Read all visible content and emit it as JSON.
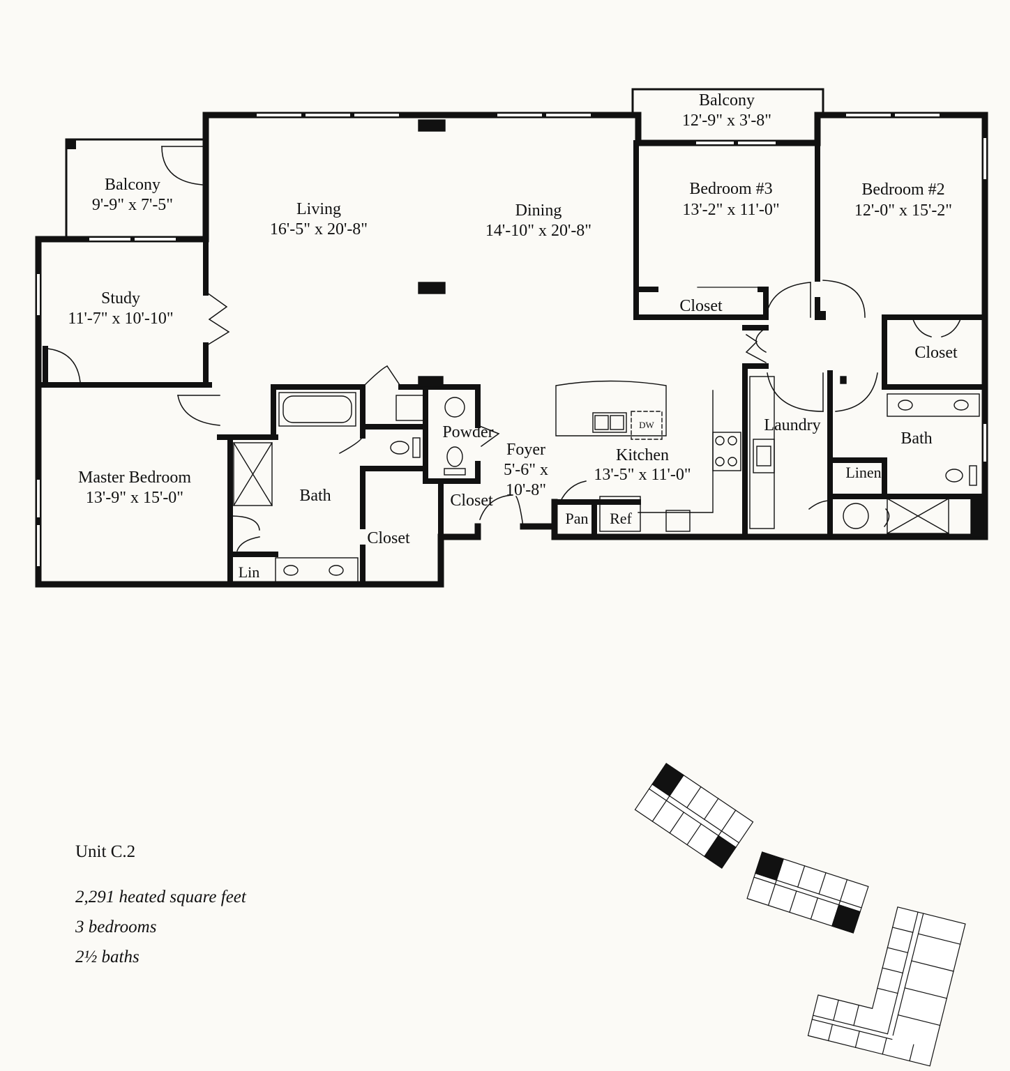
{
  "rooms": {
    "balcony_left": {
      "name": "Balcony",
      "dims": "9'-9\" x 7'-5\""
    },
    "living": {
      "name": "Living",
      "dims": "16'-5\" x 20'-8\""
    },
    "dining": {
      "name": "Dining",
      "dims": "14'-10\" x 20'-8\""
    },
    "balcony_top": {
      "name": "Balcony",
      "dims": "12'-9\" x 3'-8\""
    },
    "bedroom3": {
      "name": "Bedroom #3",
      "dims": "13'-2\" x 11'-0\""
    },
    "bedroom2": {
      "name": "Bedroom #2",
      "dims": "12'-0\" x 15'-2\""
    },
    "study": {
      "name": "Study",
      "dims": "11'-7\" x 10'-10\""
    },
    "closet_bed3": {
      "name": "Closet"
    },
    "closet_bed2": {
      "name": "Closet"
    },
    "master": {
      "name": "Master Bedroom",
      "dims": "13'-9\" x 15'-0\""
    },
    "master_bath": {
      "name": "Bath"
    },
    "master_closet": {
      "name": "Closet"
    },
    "lin": {
      "name": "Lin"
    },
    "powder": {
      "name": "Powder"
    },
    "foyer": {
      "name": "Foyer",
      "dims_line1": "5'-6\" x",
      "dims_line2": "10'-8\""
    },
    "foyer_closet": {
      "name": "Closet"
    },
    "kitchen": {
      "name": "Kitchen",
      "dims": "13'-5\" x 11'-0\""
    },
    "pan": {
      "name": "Pan"
    },
    "ref": {
      "name": "Ref"
    },
    "dw": {
      "name": "DW"
    },
    "laundry": {
      "name": "Laundry"
    },
    "bath2": {
      "name": "Bath"
    },
    "linen": {
      "name": "Linen"
    }
  },
  "unit_info": {
    "unit": "Unit C.2",
    "sqft": "2,291 heated square feet",
    "bedrooms": "3 bedrooms",
    "baths": "2½ baths"
  },
  "colors": {
    "wall": "#111111",
    "paper": "#fbfaf6"
  }
}
